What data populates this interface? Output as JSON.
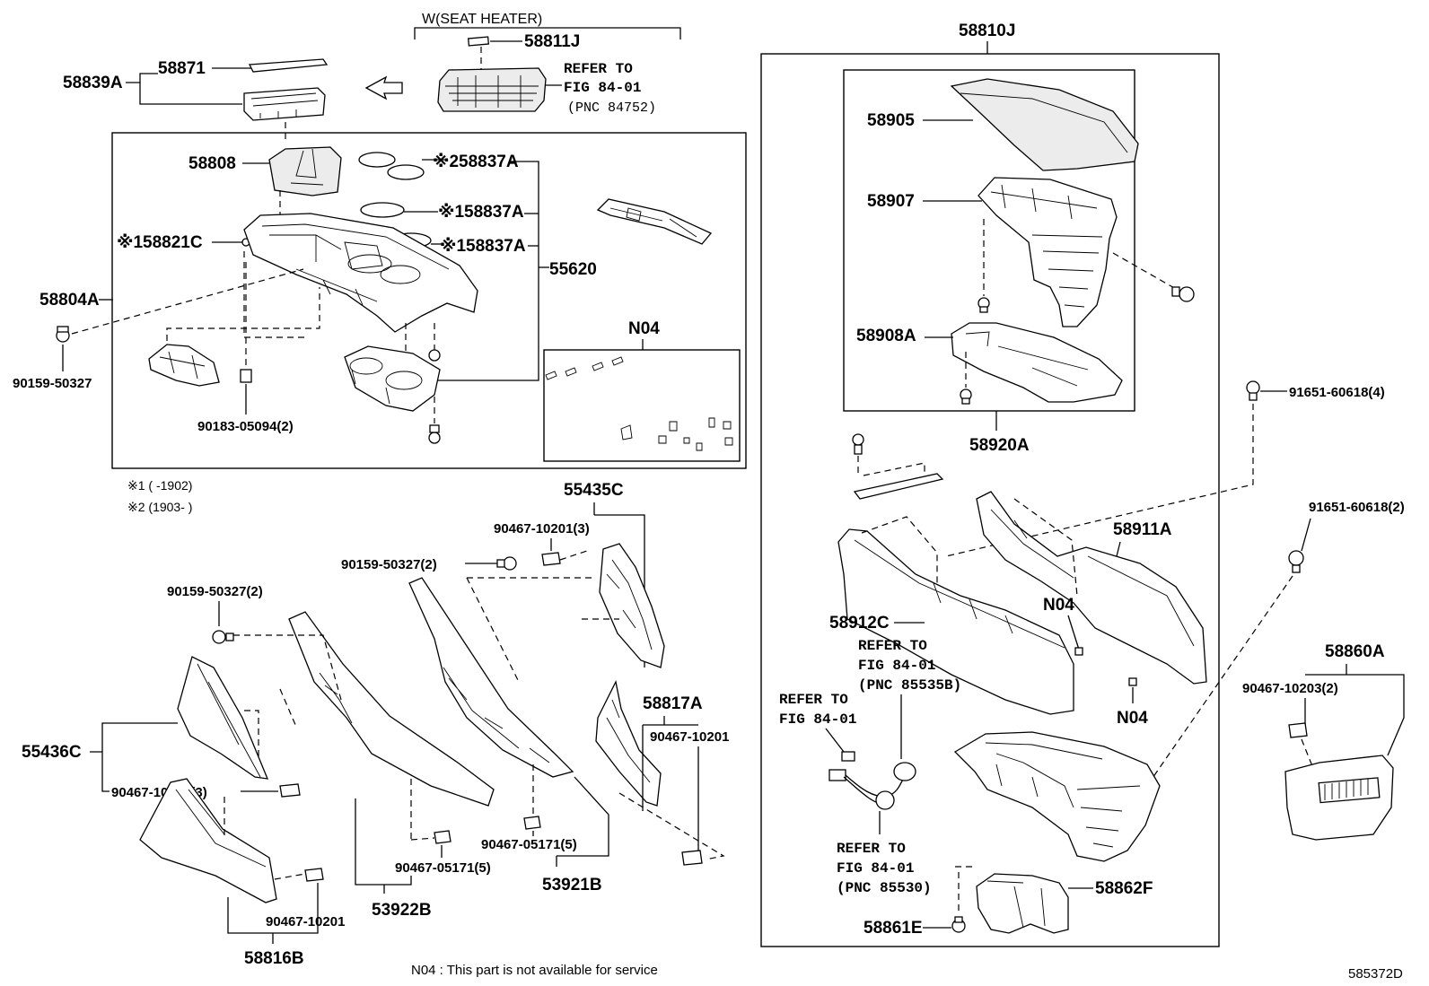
{
  "labels": {
    "seat_heater": "W(SEAT HEATER)",
    "p58811J": "58811J",
    "p58871": "58871",
    "p58839A": "58839A",
    "ref_fig_84752": [
      "REFER TO",
      "FIG 84-01",
      "(PNC 84752)"
    ],
    "p58808": "58808",
    "p58837A_2": "※258837A",
    "p58837A_1a": "※158837A",
    "p58837A_1b": "※158837A",
    "p58821C": "※158821C",
    "p55620": "55620",
    "p58804A": "58804A",
    "p90159_50327": "90159-50327",
    "p90183_05094": "90183-05094(2)",
    "n04_box": "N04",
    "note1": "※1 (      -1902)",
    "note2": "※2 (1903-      )",
    "p55435C": "55435C",
    "p90467_10201_3a": "90467-10201(3)",
    "p90159_50327_2a": "90159-50327(2)",
    "p90159_50327_2b": "90159-50327(2)",
    "p58817A": "58817A",
    "p90467_10201a": "90467-10201",
    "p55436C": "55436C",
    "p90467_10201_3b": "90467-10201(3)",
    "p90467_05171_5a": "90467-05171(5)",
    "p90467_05171_5b": "90467-05171(5)",
    "p53921B": "53921B",
    "p53922B": "53922B",
    "p90467_10201b": "90467-10201",
    "p58816B": "58816B",
    "footer_note": "N04 : This part is not available for service",
    "p58810J": "58810J",
    "p58905": "58905",
    "p58907": "58907",
    "p58908A": "58908A",
    "p58920A": "58920A",
    "p91651_4": "91651-60618(4)",
    "p91651_2": "91651-60618(2)",
    "p58911A": "58911A",
    "p58912C": "58912C",
    "n04_a": "N04",
    "n04_b": "N04",
    "ref_fig_85535B": [
      "REFER TO",
      "FIG 84-01",
      "(PNC 85535B)"
    ],
    "ref_fig_84_01": [
      "REFER TO",
      "FIG 84-01"
    ],
    "ref_fig_85530": [
      "REFER TO",
      "FIG 84-01",
      "(PNC 85530)"
    ],
    "p58862F": "58862F",
    "p58861E": "58861E",
    "p58860A": "58860A",
    "p90467_10203": "90467-10203(2)",
    "diagram_id": "585372D"
  }
}
